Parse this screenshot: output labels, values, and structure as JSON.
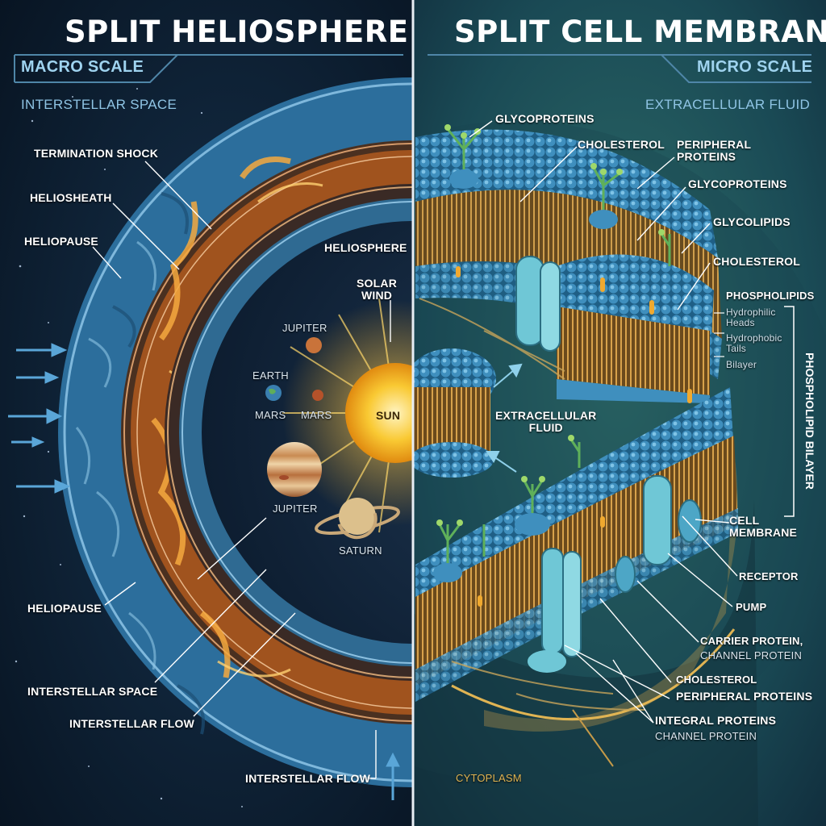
{
  "colors": {
    "left_bg": "#0c2238",
    "right_bg": "#123a45",
    "heliopause": "#3f82ae",
    "heliosheath": "#b05a22",
    "sun": "#f7c332",
    "membrane_head": "#3f8fb8",
    "protein": "#6fc7d6",
    "cytoplasm": "#c59a48"
  },
  "left": {
    "title": "SPLIT HELIOSPHERE",
    "scale": "MACRO SCALE",
    "region": "INTERSTELLAR SPACE",
    "labels": {
      "termination_shock": "TERMINATION SHOCK",
      "heliosheath": "HELIOSHEATH",
      "heliopause_top": "HELIOPAUSE",
      "heliosphere": "HELIOSPHERE",
      "solar_wind": "SOLAR\nWIND",
      "jupiter_top": "JUPITER",
      "earth": "EARTH",
      "mars_left": "MARS",
      "mars_right": "MARS",
      "sun": "SUN",
      "jupiter": "JUPITER",
      "saturn": "SATURN",
      "heliopause_bottom": "HELIOPAUSE",
      "interstellar_space": "INTERSTELLAR SPACE",
      "interstellar_flow_1": "INTERSTELLAR FLOW",
      "interstellar_flow_2": "INTERSTELLAR FLOW"
    }
  },
  "right": {
    "title": "SPLIT CELL MEMBRANE",
    "scale": "MICRO SCALE",
    "region": "EXTRACELLULAR FLUID",
    "labels": {
      "glycoproteins_1": "GLYCOPROTEINS",
      "cholesterol_1": "CHOLESTEROL",
      "peripheral_proteins": "PERIPHERAL\nPROTEINS",
      "glycoproteins_2": "GLYCOPROTEINS",
      "glycolipids": "GLYCOLIPIDS",
      "cholesterol_2": "CHOLESTEROL",
      "phospholipids": "PHOSPHOLIPIDS",
      "hydrophilic_heads": "Hydrophilic\nHeads",
      "hydrophobic_tails": "Hydrophobic\nTails",
      "bilayer": "Bilayer",
      "phospholipid_bilayer": "PHOSPHOLIPID BILAYER",
      "extracellular_fluid": "EXTRACELLULAR\nFLUID",
      "cell_membrane": "CELL\nMEMBRANE",
      "receptor": "RECEPTOR",
      "pump": "PUMP",
      "carrier_protein": "CARRIER PROTEIN,",
      "channel_protein_1": "CHANNEL PROTEIN",
      "cholesterol_3": "CHOLESTEROL",
      "peripheral_proteins_2": "PERIPHERAL PROTEINS",
      "integral_proteins": "INTEGRAL PROTEINS",
      "channel_protein_2": "CHANNEL PROTEIN",
      "cytoplasm": "CYTOPLASM"
    }
  }
}
